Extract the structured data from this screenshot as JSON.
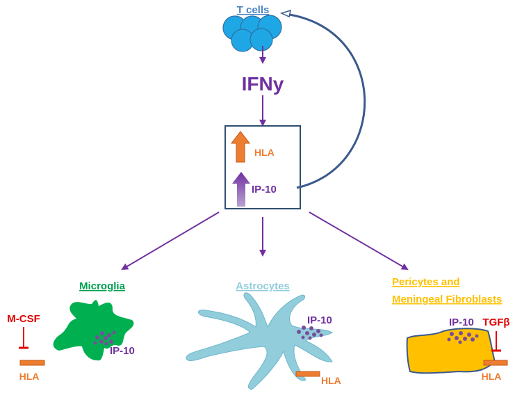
{
  "labels": {
    "tcells": "T cells",
    "ifny": "IFNy",
    "hla_box": "HLA",
    "ip10_box": "IP-10",
    "microglia": "Microglia",
    "astrocytes": "Astrocytes",
    "pericytes_line1": "Pericytes and",
    "pericytes_line2": "Meningeal Fibroblasts",
    "mcsf": "M-CSF",
    "tgfb": "TGFβ",
    "ip10_microglia": "IP-10",
    "ip10_astro": "IP-10",
    "ip10_peri": "IP-10",
    "hla_microglia": "HLA",
    "hla_astro": "HLA",
    "hla_peri": "HLA"
  },
  "colors": {
    "tcell_blue": "#4a84c4",
    "tcell_fill": "#1ea7e4",
    "purple": "#7030a0",
    "orange": "#ed7d31",
    "green": "#00b050",
    "light_blue": "#92cddc",
    "gold": "#ffc000",
    "red": "#e00000",
    "navy": "#3a5a8c",
    "dot_purple": "#7a4d9a"
  }
}
